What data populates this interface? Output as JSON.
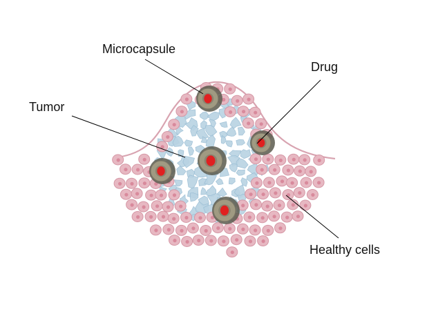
{
  "labels": {
    "microcapsule": "Microcapsule",
    "drug": "Drug",
    "tumor": "Tumor",
    "healthy_cells": "Healthy cells"
  },
  "colors": {
    "healthy_cell_fill": "#e7b8c2",
    "healthy_cell_stroke": "#d597a5",
    "healthy_cell_nucleus": "#d88a9c",
    "tumor_cell_fill": "#b9d3e3",
    "tumor_cell_stroke": "#9cbfd5",
    "capsule_shell": "#5b5a4e",
    "capsule_inner": "#a09a82",
    "drug": "#e02020",
    "tissue_outline": "#d8a3b0",
    "leader_line": "#000000"
  }
}
